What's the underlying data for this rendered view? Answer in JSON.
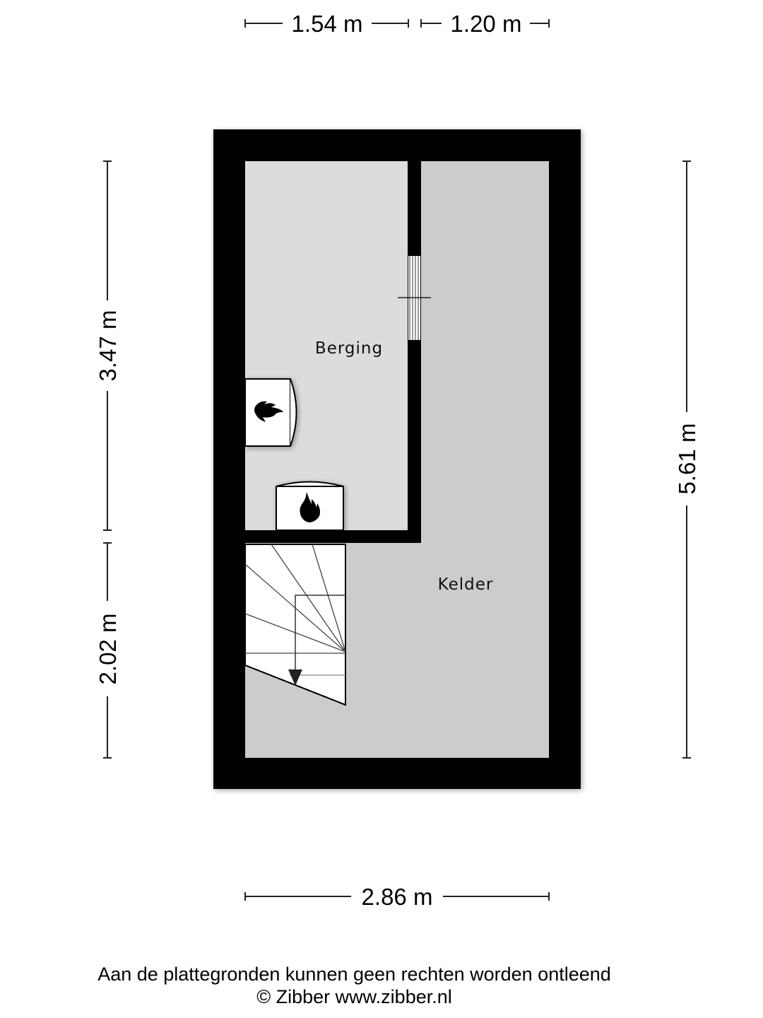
{
  "dimensions": {
    "top_left": "1.54 m",
    "top_right": "1.20 m",
    "left_upper": "3.47 m",
    "left_lower": "2.02 m",
    "right": "5.61 m",
    "bottom": "2.86 m"
  },
  "rooms": {
    "berging": "Berging",
    "kelder": "Kelder"
  },
  "fixtures": [
    "boiler-icon",
    "heater-icon",
    "staircase"
  ],
  "colors": {
    "wall": "#000000",
    "berging_floor": "#dcdcdc",
    "kelder_floor": "#cccccc"
  },
  "footer": {
    "disclaimer": "Aan de plattegronden kunnen geen rechten worden ontleend",
    "copyright": "© Zibber www.zibber.nl"
  }
}
